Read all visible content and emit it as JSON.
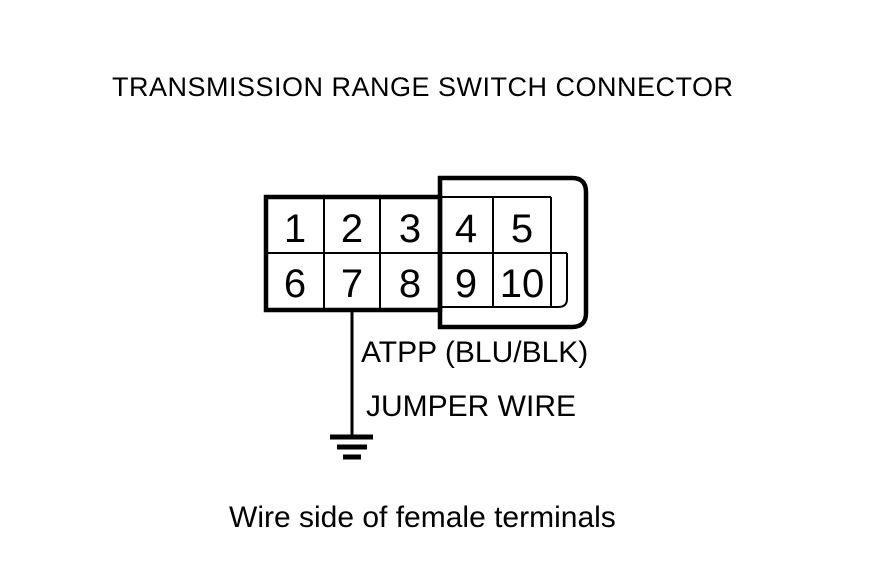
{
  "title": "TRANSMISSION RANGE SWITCH CONNECTOR",
  "connector": {
    "terminals": [
      "1",
      "2",
      "3",
      "4",
      "5",
      "6",
      "7",
      "8",
      "9",
      "10"
    ],
    "rows": 2,
    "columns": 5
  },
  "labels": {
    "wire_color": "ATPP (BLU/BLK)",
    "jumper": "JUMPER WIRE",
    "note": "Wire side of female terminals"
  },
  "icons": {
    "ground": "ground-symbol"
  },
  "colors": {
    "line": "#000000",
    "background": "#ffffff"
  }
}
